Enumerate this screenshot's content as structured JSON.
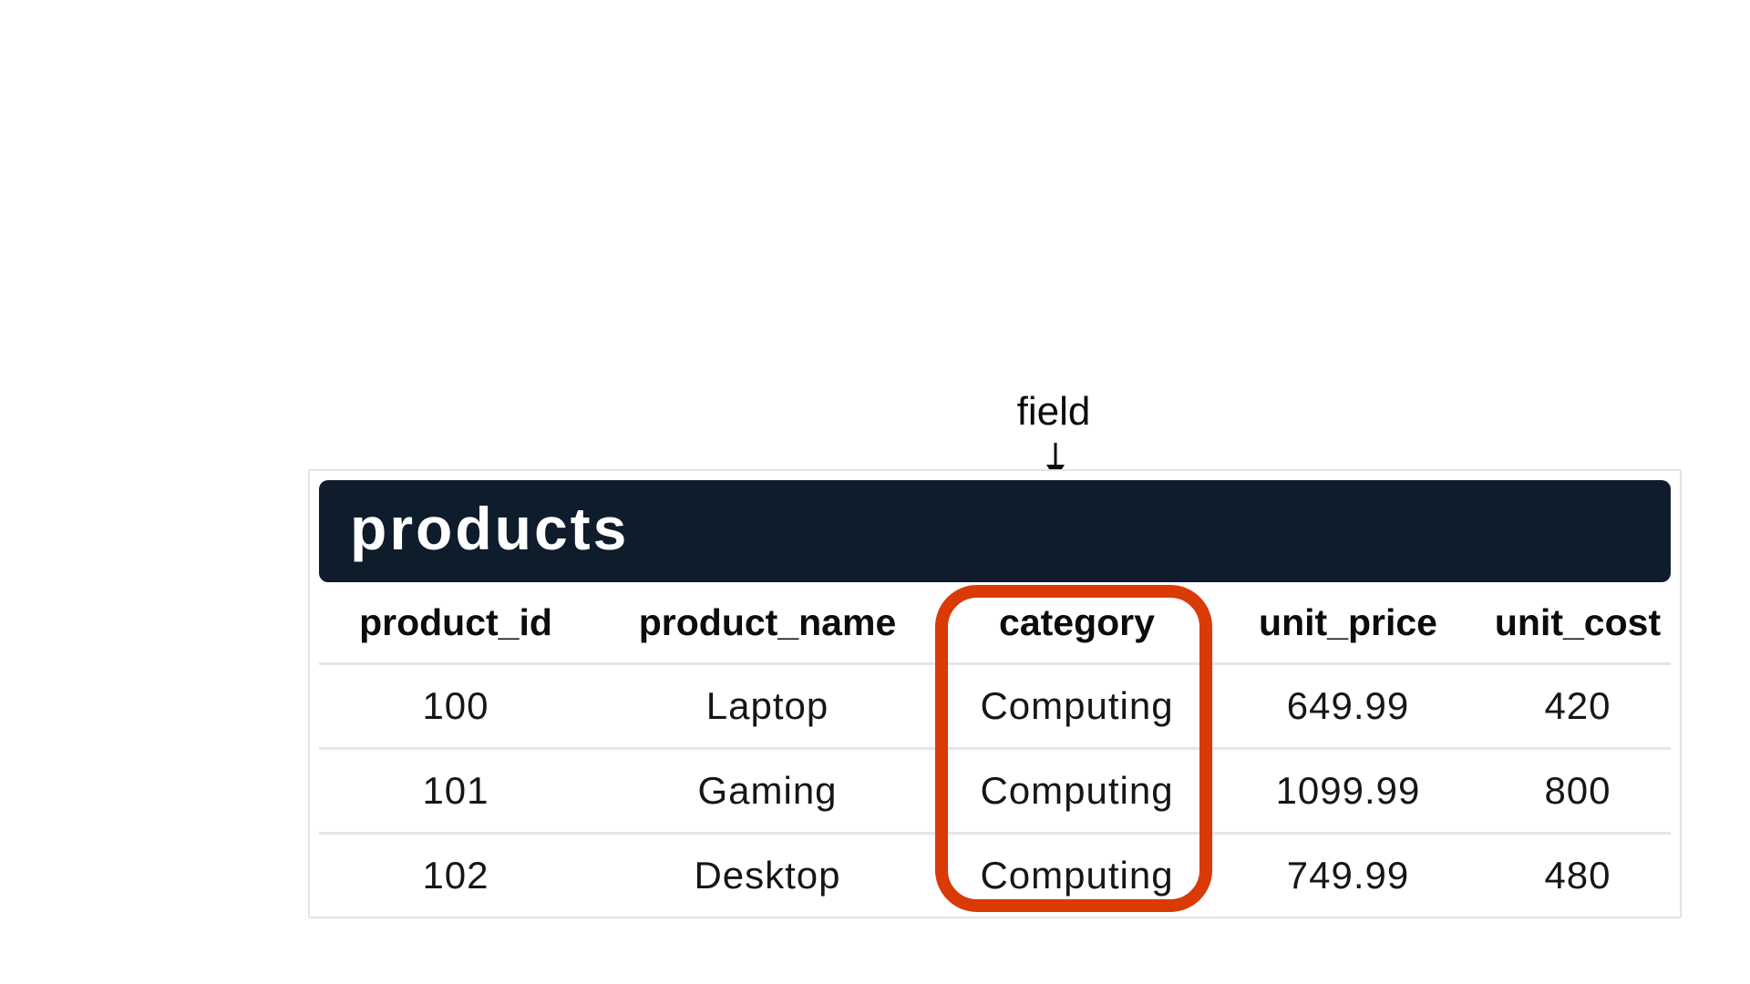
{
  "annotation": {
    "label": "field"
  },
  "table": {
    "title": "products",
    "columns": [
      {
        "label": "product_id"
      },
      {
        "label": "product_name"
      },
      {
        "label": "category",
        "highlighted": true
      },
      {
        "label": "unit_price"
      },
      {
        "label": "unit_cost"
      }
    ],
    "rows": [
      [
        "100",
        "Laptop",
        "Computing",
        "649.99",
        "420"
      ],
      [
        "101",
        "Gaming",
        "Computing",
        "1099.99",
        "800"
      ],
      [
        "102",
        "Desktop",
        "Computing",
        "749.99",
        "480"
      ]
    ],
    "highlighted_column": "category"
  },
  "colors": {
    "table_header_bg": "#0e1c2b",
    "highlight_ring": "#d93a06",
    "row_divider": "#e5e5ea",
    "container_border": "#e3e3e9",
    "text": "#161616",
    "title_text": "#ffffff",
    "page_bg": "#ffffff"
  }
}
